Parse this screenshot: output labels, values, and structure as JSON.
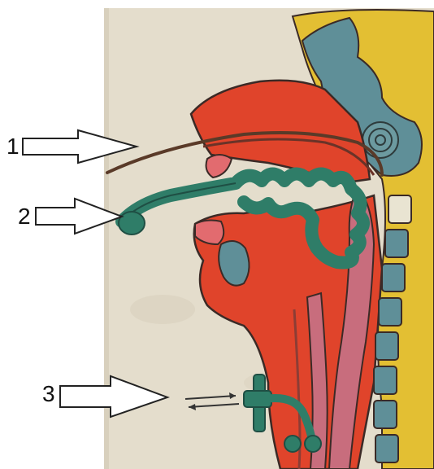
{
  "figure": {
    "labels": [
      "1",
      "2",
      "3"
    ],
    "colors": {
      "paper": "#e4ddcc",
      "yellow_plasticine": "#e3bf33",
      "blue_bone": "#5f8f98",
      "red_tissue": "#e0442b",
      "green_tube": "#2f7d68",
      "pink_mucosa": "#c86d7d",
      "dark_outline": "#3b2a26"
    },
    "icons": [
      "arrow-right-icon",
      "double-arrow-icon"
    ]
  }
}
